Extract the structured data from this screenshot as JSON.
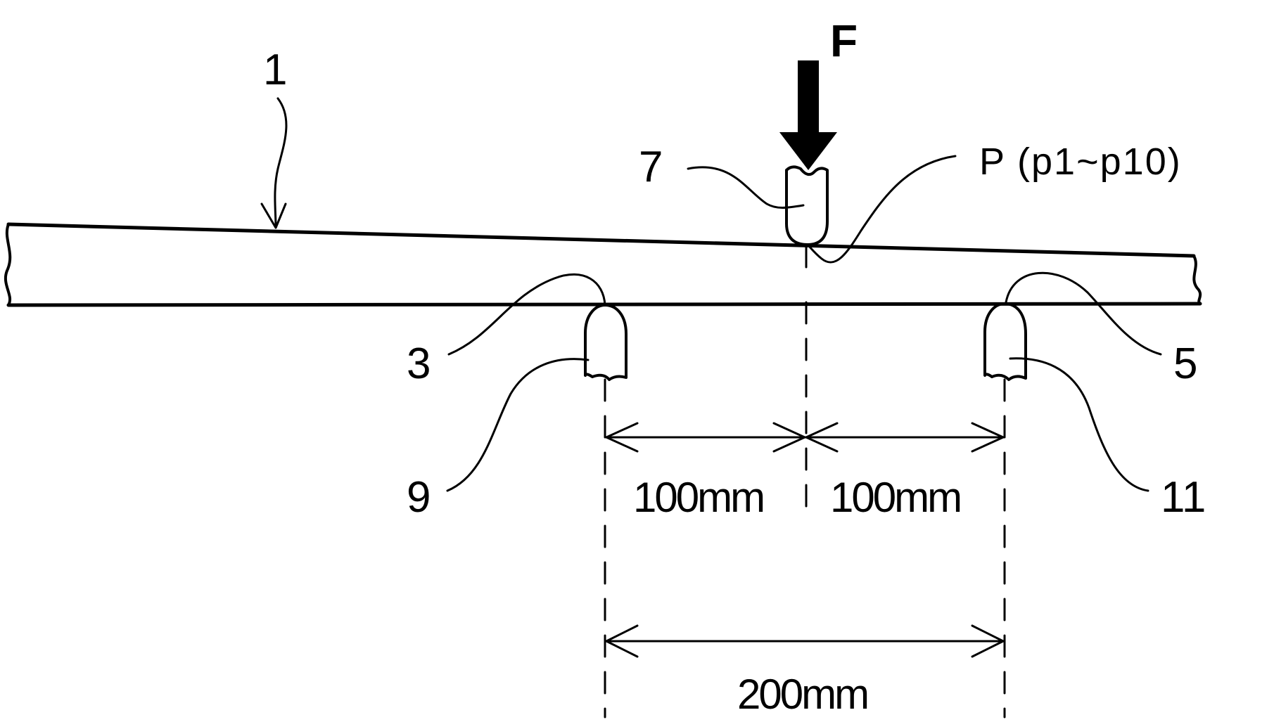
{
  "diagram": {
    "force_label": "F",
    "point_label": "P (p1~p10)",
    "reference_numerals": {
      "specimen": "1",
      "left_support_contact": "3",
      "right_support_contact": "5",
      "indenter": "7",
      "left_support": "9",
      "right_support": "11"
    },
    "dimensions": {
      "left_half": "100mm",
      "right_half": "100mm",
      "span": "200mm"
    }
  }
}
